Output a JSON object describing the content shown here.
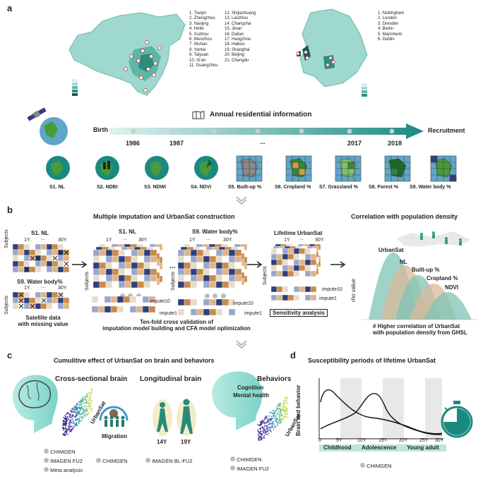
{
  "panels": {
    "a": "a",
    "b": "b",
    "c": "c",
    "d": "d"
  },
  "panel_a": {
    "china_cities_col1": [
      "1. Tianjin",
      "2. Zhengzhou",
      "3. Nanjing",
      "4. Hefei",
      "5. Xuzhou",
      "6. Wenzhou",
      "7. Wuhan",
      "8. Yantai",
      "9. Taiyuan",
      "10. Xi'an",
      "11. Guangzhou"
    ],
    "china_cities_col2": [
      "12. Shijiazhuang",
      "13. Lanzhou",
      "14. Changsha",
      "15. Jinan",
      "16. Dalian",
      "17. Hangzhou",
      "18. Haikou",
      "19. Shanghai",
      "20. Beijing",
      "21. Chengdu"
    ],
    "europe_cities": [
      "1. Nottingham",
      "2. London",
      "3. Dresden",
      "4. Berlin",
      "5. Mannheim",
      "6. Dublin"
    ],
    "timeline_title": "Annual residential information",
    "birth": "Birth",
    "recruitment": "Recruitment",
    "years": [
      "1986",
      "1987",
      "...",
      "2017",
      "2018"
    ],
    "features": [
      "S1. NL",
      "S2. NDBI",
      "S3. NDWI",
      "S4. NDVI",
      "S5. Built-up %",
      "S6. Cropland %",
      "S7. Grassland %",
      "S8. Forest %",
      "S9. Water body %"
    ]
  },
  "panel_b": {
    "title_mid": "Multiple imputation and UrbanSat construction",
    "title_right": "Correlation with population density",
    "left_top": "S1. NL",
    "left_bottom": "S9. Water body%",
    "year_start": "1Y",
    "year_dots": "...",
    "year_end": "30Y",
    "subjects": "Subjects",
    "satellite_missing": "Satellite data\nwith missing value",
    "mid_s1": "S1. NL",
    "mid_s9": "S9. Water body%",
    "ellipsis": "...",
    "impute10": "impute10",
    "impute1": "impute1",
    "lifetime": "Lifetime UrbanSat",
    "sensitivity": "Sensitivity analysis",
    "tenfold": "Ten-fold cross validation of\nimputation model building and CFA model optimization",
    "rho": "rho value",
    "curve_labels": [
      "UrbanSat",
      "NL",
      "Built-up %",
      "Cropland %",
      "NDVI"
    ],
    "note": "# Higher correlation of UrbanSat\nwith population density from GHSL"
  },
  "panel_c": {
    "title": "Cumulitive effect of UrbanSat on brain and behaviors",
    "cross": "Cross-sectional brain",
    "longitudinal": "Longitudinal brain",
    "behaviors": "Behaviors",
    "cognition": "Cognition",
    "mental": "Mental health",
    "urbansat": "UrbanSat",
    "migration": "Migration",
    "age14": "14Y",
    "age19": "19Y",
    "legend_cross": [
      "CHIMGEN",
      "IMAGEN FU2",
      "Meta analysis"
    ],
    "legend_migration": "CHIMGEN",
    "legend_long": "IMAGEN BL-FU2",
    "legend_beh": [
      "CHIMGEN",
      "IMAGEN FU2"
    ]
  },
  "panel_d": {
    "title": "Susceptibility periods of lifetime UrbanSat",
    "ylabel": "Brain and behavior",
    "ticks": [
      "0",
      "5Y",
      "10Y",
      "15Y",
      "20Y",
      "25Y",
      "30Y"
    ],
    "periods": [
      "Childhood",
      "Adolescence",
      "Young adult"
    ],
    "legend": "CHIMGEN"
  },
  "colors": {
    "teal": "#1a8a80",
    "teal_light": "#9ed8cf",
    "navy": "#2d3f7d",
    "orange": "#c98a4a",
    "green": "#4a9a3c"
  }
}
